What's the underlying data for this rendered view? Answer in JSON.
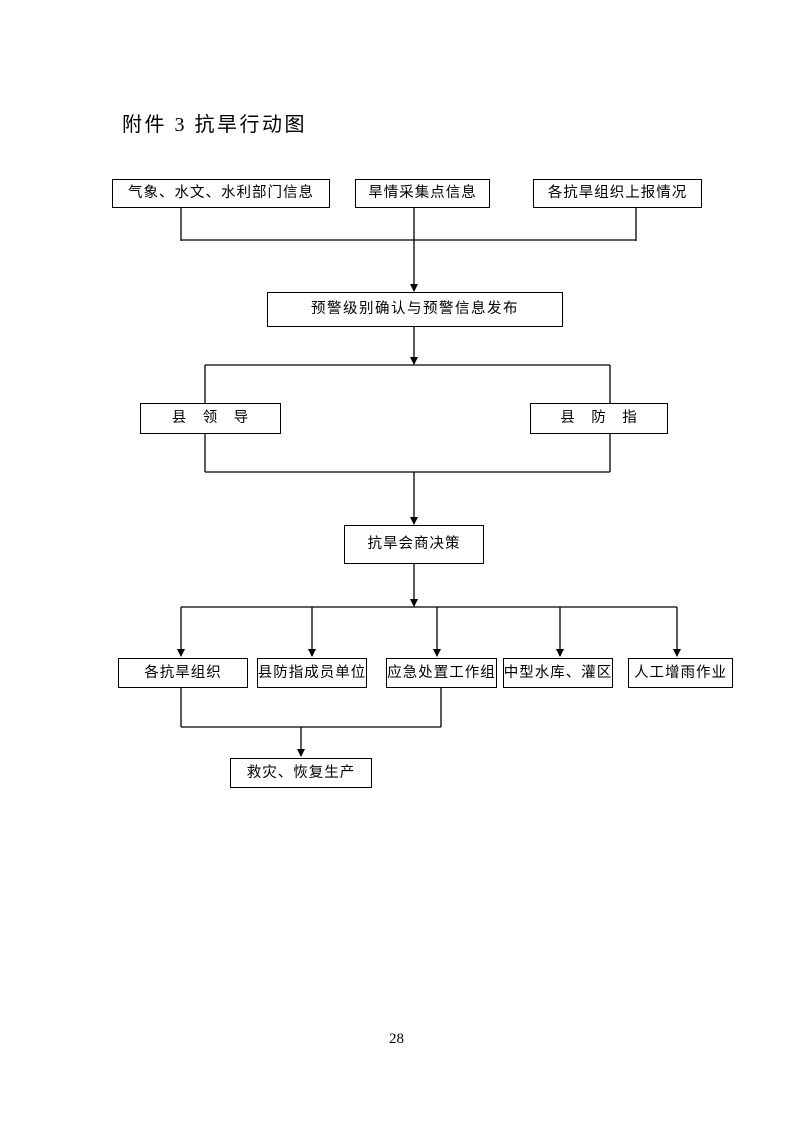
{
  "page": {
    "title": "附件 3 抗旱行动图",
    "page_number": "28"
  },
  "flowchart": {
    "sources": [
      {
        "label": "气象、水文、水利部门信息"
      },
      {
        "label": "旱情采集点信息"
      },
      {
        "label": "各抗旱组织上报情况"
      }
    ],
    "warning_release": {
      "label": "预警级别确认与预警信息发布"
    },
    "county_leaders": {
      "label": "县　领　导"
    },
    "county_command": {
      "label": "县　防　指"
    },
    "decision": {
      "label": "抗旱会商决策"
    },
    "executors": [
      {
        "label": "各抗旱组织"
      },
      {
        "label": "县防指成员单位"
      },
      {
        "label": "应急处置工作组"
      },
      {
        "label": "中型水库、灌区"
      },
      {
        "label": "人工增雨作业"
      }
    ],
    "recovery": {
      "label": "救灾、恢复生产"
    }
  }
}
